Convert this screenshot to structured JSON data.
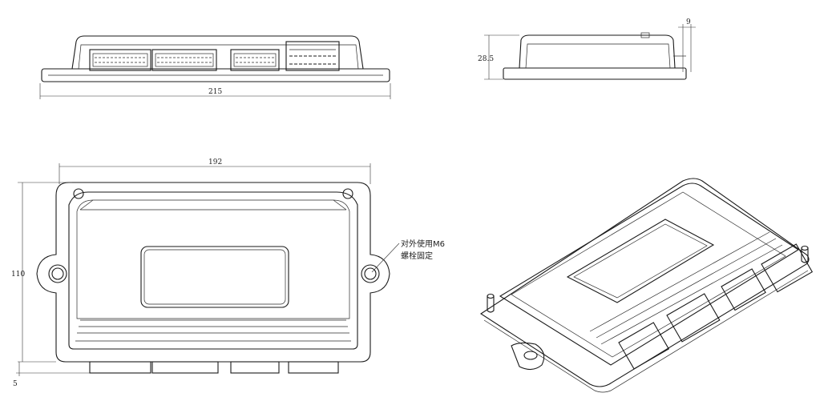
{
  "dimensions": {
    "width_front": "215",
    "height_side": "28.5",
    "side_offset": "9",
    "width_top": "192",
    "height_top": "110",
    "bottom_offset": "5"
  },
  "annotation": {
    "line1": "对外使用M6",
    "line2": "螺栓固定"
  }
}
